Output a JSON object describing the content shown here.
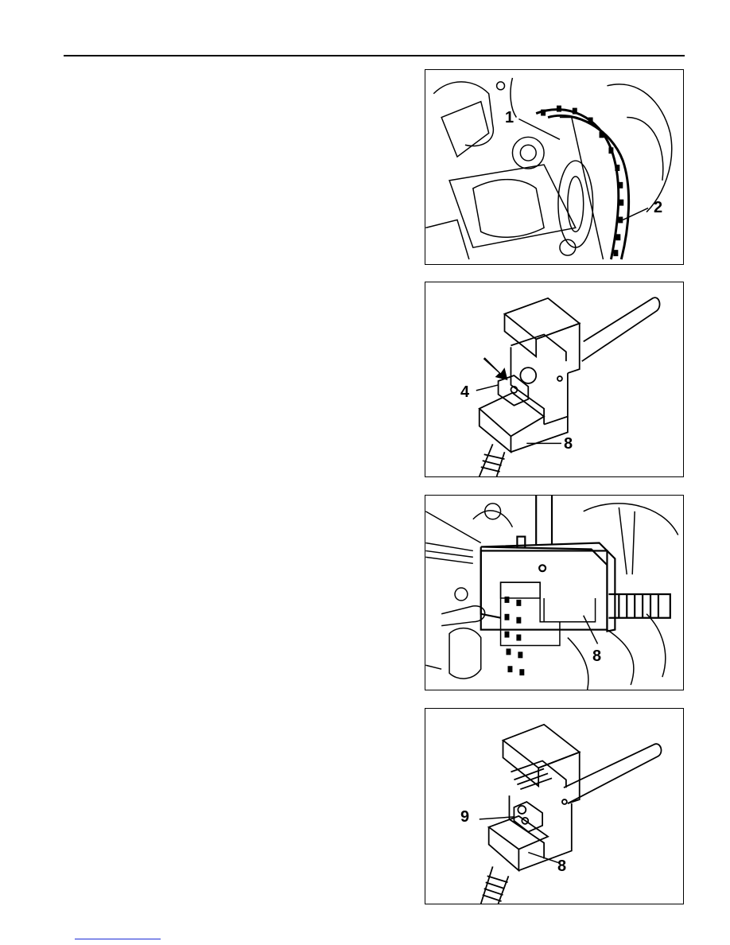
{
  "figures": [
    {
      "callouts": [
        "1",
        "2"
      ]
    },
    {
      "callouts": [
        "4",
        "8"
      ]
    },
    {
      "callouts": [
        "8"
      ]
    },
    {
      "callouts": [
        "9",
        "8"
      ]
    }
  ]
}
